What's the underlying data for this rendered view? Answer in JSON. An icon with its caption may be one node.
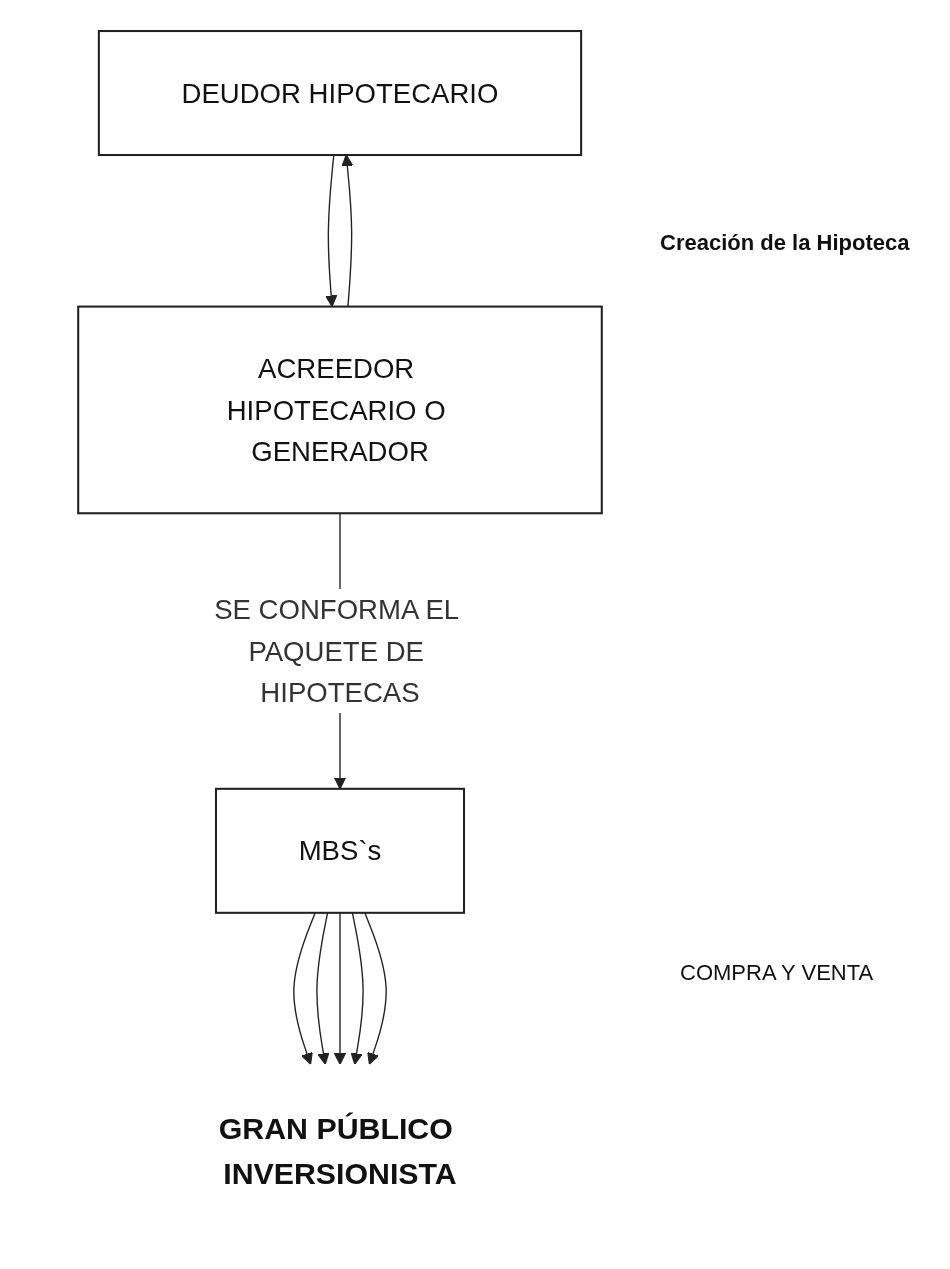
{
  "diagram": {
    "nodes": [
      {
        "text": [
          "DEUDOR HIPOTECARIO"
        ]
      },
      {
        "text": [
          "ACREEDOR HIPOTECARIO O GENERADOR"
        ]
      },
      {
        "text": [
          "MBS`s"
        ]
      },
      {
        "text": [
          "GRAN PÚBLICO INVERSIONISTA"
        ]
      }
    ],
    "edges": [
      {
        "from": 0,
        "to": 1,
        "arrow": "to"
      },
      {
        "from": 1,
        "to": 0,
        "arrow": "to"
      },
      {
        "from": 1,
        "to": 2,
        "arrow": "to",
        "label": "SE CONFORMA EL PAQUETE DE HIPOTECAS"
      },
      {
        "from": 2,
        "to": 3,
        "arrow": "to"
      },
      {
        "from": 2,
        "to": 3,
        "arrow": "to"
      },
      {
        "from": 2,
        "to": 3,
        "arrow": "to"
      },
      {
        "from": 2,
        "to": 3,
        "arrow": "to"
      },
      {
        "from": 2,
        "to": 3,
        "arrow": "to"
      }
    ],
    "labels": [
      "Creación de la Hipoteca",
      "COMPRA Y VENTA"
    ]
  }
}
